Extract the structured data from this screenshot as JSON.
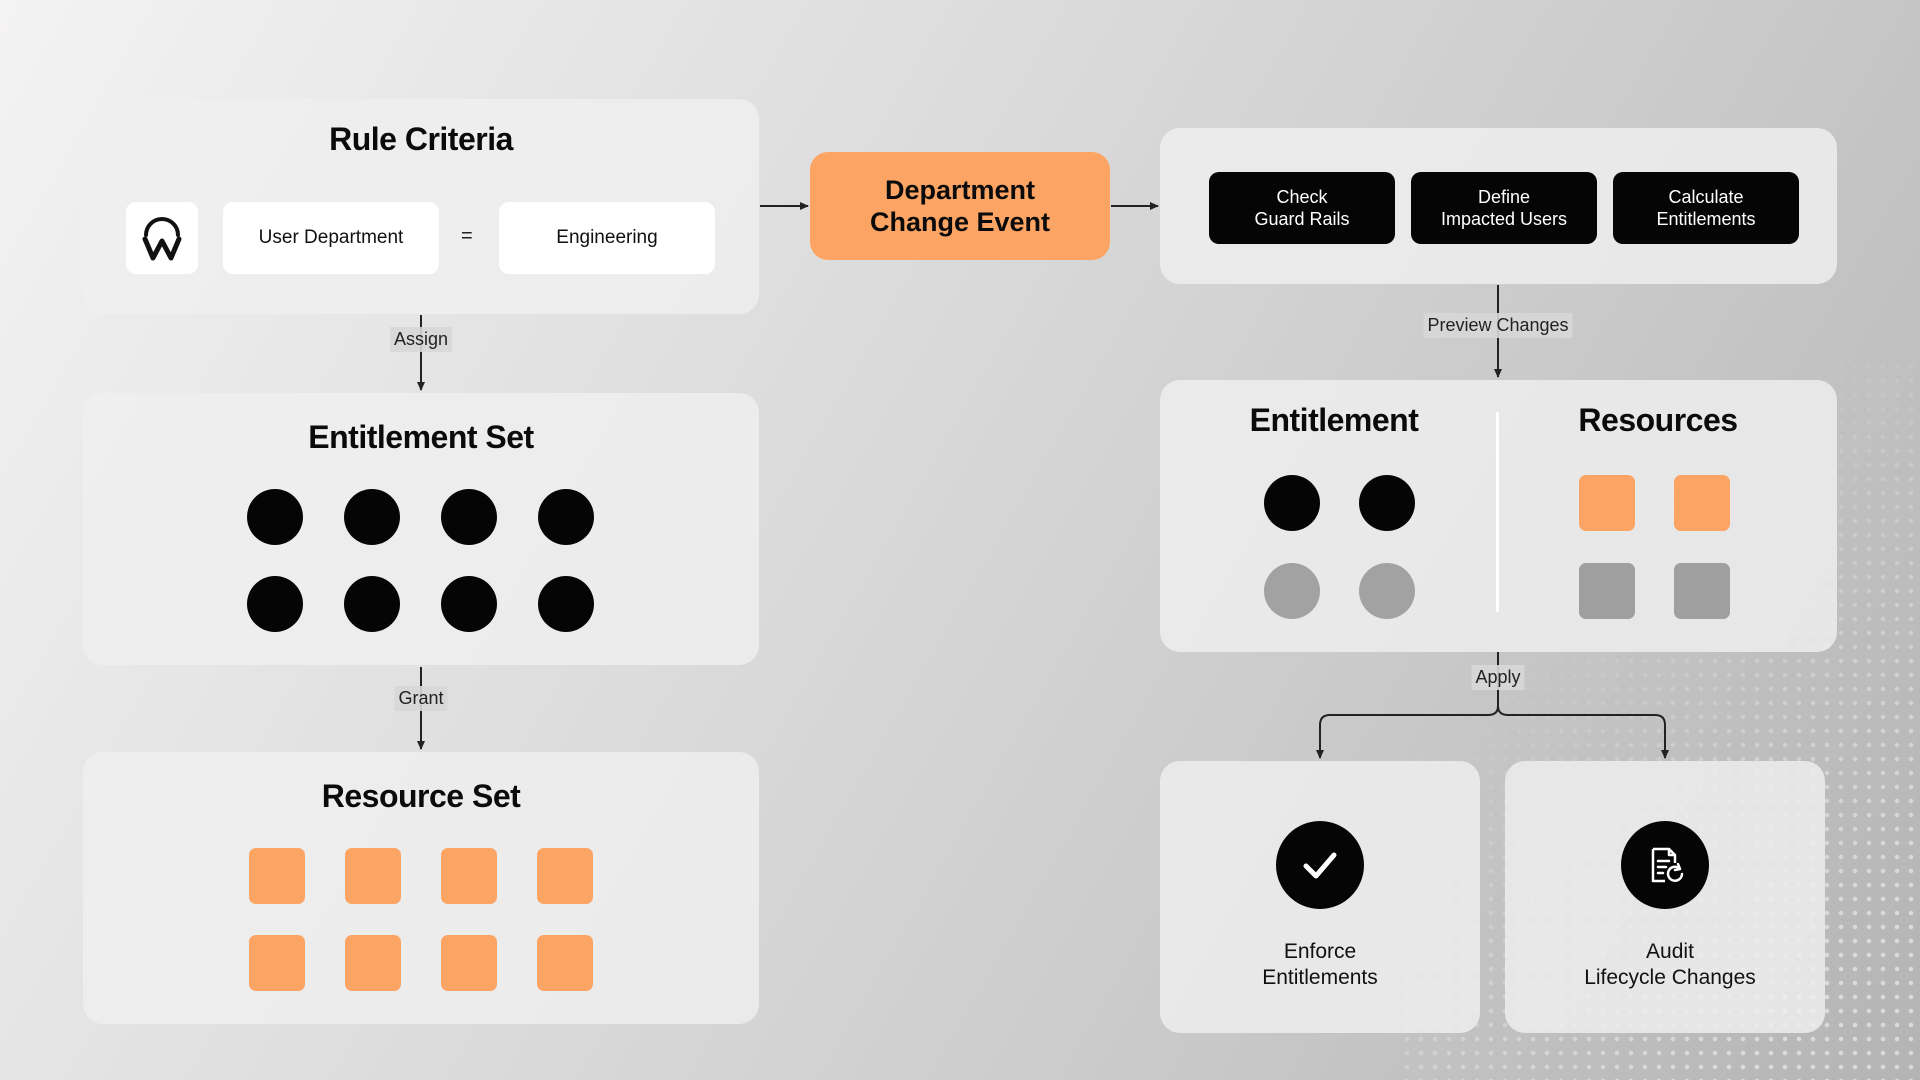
{
  "rule_criteria": {
    "title": "Rule Criteria",
    "logo_icon": "workday-w-logo",
    "field": "User Department",
    "operator": "=",
    "value": "Engineering"
  },
  "entitlement_set": {
    "title": "Entitlement Set",
    "items": 8,
    "item_color": "#050505"
  },
  "resource_set": {
    "title": "Resource Set",
    "items": 8,
    "item_color": "#FCA463"
  },
  "connectors": {
    "assign": "Assign",
    "grant": "Grant",
    "preview": "Preview Changes",
    "apply": "Apply"
  },
  "event": {
    "line1": "Department",
    "line2": "Change Event",
    "color": "#FCA463"
  },
  "steps": [
    {
      "line1": "Check",
      "line2": "Guard Rails"
    },
    {
      "line1": "Define",
      "line2": "Impacted Users"
    },
    {
      "line1": "Calculate",
      "line2": "Entitlements"
    }
  ],
  "preview": {
    "entitlement_title": "Entitlement",
    "resources_title": "Resources",
    "entitlements": {
      "active": 2,
      "inactive": 2
    },
    "resources": {
      "active": 2,
      "inactive": 2
    }
  },
  "outcomes": [
    {
      "icon": "checkmark-icon",
      "line1": "Enforce",
      "line2": "Entitlements"
    },
    {
      "icon": "document-refresh-icon",
      "line1": "Audit",
      "line2": "Lifecycle Changes"
    }
  ],
  "colors": {
    "accent": "#FCA463",
    "dark": "#050505",
    "inactive": "#A0A0A0"
  }
}
